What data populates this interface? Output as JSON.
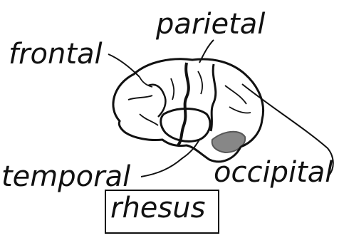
{
  "labels": {
    "parietal": "parietal",
    "frontal": "frontal",
    "temporal": "temporal",
    "occipital": "occipital"
  },
  "species": "rhesus",
  "colors": {
    "ink": "#111111",
    "background": "#ffffff"
  }
}
